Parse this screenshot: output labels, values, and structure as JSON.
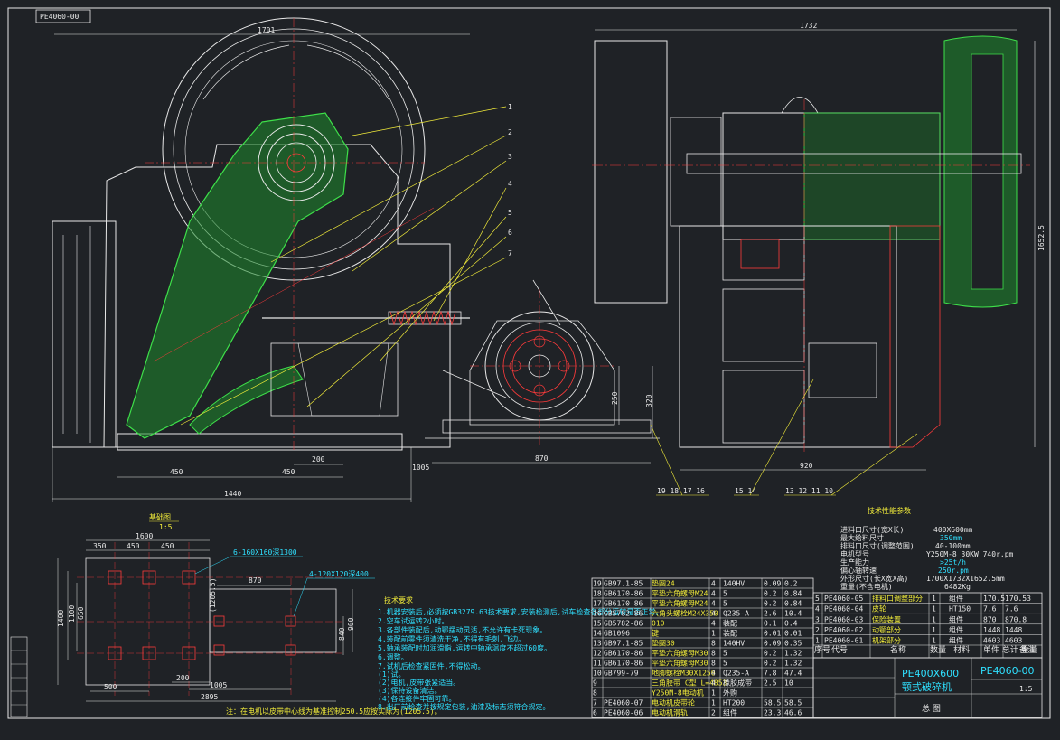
{
  "drawing": {
    "title_block_code": "PE4060-00",
    "title_top": "PE4060-00",
    "machine_model": "PE400X600",
    "machine_name": "颚式破碎机",
    "sheet_title": "总 图",
    "scale": "1:5"
  },
  "dimensions": {
    "front_width_top": "1701",
    "front_total": "1440",
    "front_450a": "450",
    "front_450b": "450",
    "front_200": "200",
    "motor_1005": "1005",
    "motor_870": "870",
    "motor_250": "250",
    "motor_320": "320",
    "side_1732": "1732",
    "side_920": "920",
    "side_height": "1652.5"
  },
  "callouts_front": [
    "1",
    "2",
    "3",
    "4",
    "5",
    "6",
    "7"
  ],
  "callouts_bottom_left": "19 18 17 16",
  "callouts_bottom_mid": "15 14",
  "callouts_bottom_right": "13 12 11 10",
  "foundation": {
    "title": "基础图",
    "scale": "1:5",
    "dim_1600": "1600",
    "dim_350": "350",
    "dim_450a": "450",
    "dim_450b": "450",
    "dim_1400": "1400",
    "dim_1100": "1100",
    "dim_650": "650",
    "dim_870": "870",
    "dim_500": "500",
    "dim_200": "200",
    "dim_1005": "1005",
    "dim_2895": "2895",
    "dim_840": "840",
    "dim_900": "900",
    "dim_1205": "(1205.5)",
    "note_hole1": "6-160X160深1300",
    "note_hole2": "4-120X120深400",
    "bottom_note": "注：在电机以皮带中心线为基准控制250.5应按实际为(1205.5)。"
  },
  "tech_requirements": {
    "title": "技术要求",
    "lines": [
      "1.机器安装后,必须按GB3279.63技术要求,安装检测后,试车检查各部分运转是否正常。",
      "2.空车试运转2小时。",
      "3.各部件装配后,动鄂摆动灵活,不允许有卡死现象。",
      "4.装配前零件须清洗干净,不得有毛刺,飞边。",
      "5.轴承装配时加润滑脂,运转中轴承温度不超过60度。",
      "6.调整。",
      "7.试机后检查紧固件,不得松动。",
      "(1)试。",
      "(2)电机,皮带张紧适当。",
      "(3)保持设备清洁。",
      "(4)各连接件牢固可靠。",
      "8.出厂前检查并按规定包装,油漆及标志须符合规定。"
    ]
  },
  "performance": {
    "title": "技术性能参数",
    "rows": [
      {
        "label": "进料口尺寸(宽X长)",
        "value": "400X600mm"
      },
      {
        "label": "最大给料尺寸",
        "value": "350mm"
      },
      {
        "label": "排料口尺寸(调整范围)",
        "value": "40-100mm"
      },
      {
        "label": "电机型号",
        "value": "Y250M-8 30KW 740r.pm"
      },
      {
        "label": "生产能力",
        "value": ">25t/h"
      },
      {
        "label": "偏心轴转速",
        "value": "250r.pm"
      },
      {
        "label": "外形尺寸(长X宽X高)",
        "value": "1700X1732X1652.5mm"
      },
      {
        "label": "重量(不含电机)",
        "value": "6482Kg"
      }
    ]
  },
  "bom_upper": [
    {
      "no": "19",
      "code": "GB97.1-85",
      "name": "垫圈24",
      "qty": "4",
      "mat": "140HV",
      "w1": "0.09",
      "w2": "0.2"
    },
    {
      "no": "18",
      "code": "GB6170-86",
      "name": "平垫六角螺母M24",
      "qty": "4",
      "mat": "5",
      "w1": "0.2",
      "w2": "0.84"
    },
    {
      "no": "17",
      "code": "GB6170-86",
      "name": "平垫六角螺母M24",
      "qty": "4",
      "mat": "5",
      "w1": "0.2",
      "w2": "0.84"
    },
    {
      "no": "16",
      "code": "GB5782-86",
      "name": "六角头螺栓M24X350",
      "qty": "4",
      "mat": "Q235-A",
      "w1": "2.6",
      "w2": "10.4"
    },
    {
      "no": "15",
      "code": "GB5782-86",
      "name": "010",
      "qty": "4",
      "mat": "装配",
      "w1": "0.1",
      "w2": "0.4"
    },
    {
      "no": "14",
      "code": "GB1096",
      "name": "键",
      "qty": "1",
      "mat": "装配",
      "w1": "0.01",
      "w2": "0.01"
    },
    {
      "no": "13",
      "code": "GB97.1-85",
      "name": "垫圈30",
      "qty": "8",
      "mat": "140HV",
      "w1": "0.09",
      "w2": "0.35"
    },
    {
      "no": "12",
      "code": "GB6170-86",
      "name": "平垫六角螺母M30",
      "qty": "8",
      "mat": "5",
      "w1": "0.2",
      "w2": "1.32"
    },
    {
      "no": "11",
      "code": "GB6170-86",
      "name": "平垫六角螺母M30",
      "qty": "8",
      "mat": "5",
      "w1": "0.2",
      "w2": "1.32"
    },
    {
      "no": "10",
      "code": "GB799-79",
      "name": "地脚螺栓M30X1250",
      "qty": "4",
      "mat": "Q235-A",
      "w1": "7.8",
      "w2": "47.4"
    },
    {
      "no": "9",
      "code": "",
      "name": "三角胶带 C型 L=4853",
      "qty": "4",
      "mat": "橡胶成带",
      "w1": "2.5",
      "w2": "10"
    },
    {
      "no": "8",
      "code": "",
      "name": "Y250M-8电动机",
      "qty": "1",
      "mat": "外购",
      "w1": "",
      "w2": ""
    },
    {
      "no": "7",
      "code": "PE4060-07",
      "name": "电动机皮带轮",
      "qty": "1",
      "mat": "HT200",
      "w1": "58.5",
      "w2": "58.5"
    },
    {
      "no": "6",
      "code": "PE4060-06",
      "name": "电动机滑轨",
      "qty": "2",
      "mat": "组件",
      "w1": "23.3",
      "w2": "46.6"
    }
  ],
  "bom_lower": [
    {
      "no": "5",
      "code": "PE4060-05",
      "name": "排料口调整部分",
      "qty": "1",
      "mat": "组件",
      "w1": "170.5",
      "w2": "170.53"
    },
    {
      "no": "4",
      "code": "PE4060-04",
      "name": "皮轮",
      "qty": "1",
      "mat": "HT150",
      "w1": "7.6",
      "w2": "7.6"
    },
    {
      "no": "3",
      "code": "PE4060-03",
      "name": "保险装置",
      "qty": "1",
      "mat": "组件",
      "w1": "870",
      "w2": "870.8"
    },
    {
      "no": "2",
      "code": "PE4060-02",
      "name": "动颚部分",
      "qty": "1",
      "mat": "组件",
      "w1": "1448",
      "w2": "1448"
    },
    {
      "no": "1",
      "code": "PE4060-01",
      "name": "机架部分",
      "qty": "1",
      "mat": "组件",
      "w1": "4603",
      "w2": "4603"
    }
  ],
  "bom_header": {
    "no": "序号",
    "code": "代号",
    "name": "名称",
    "qty": "数量",
    "mat": "材料",
    "w": "单件 总计 重量",
    "note": "备注"
  }
}
